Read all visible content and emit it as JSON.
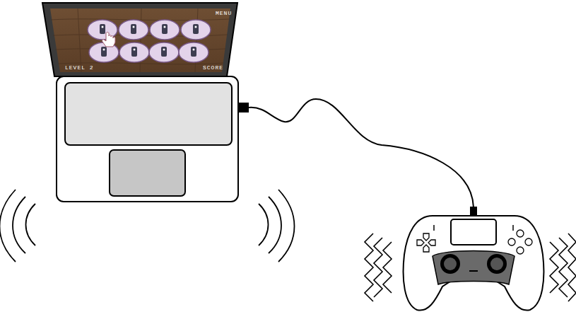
{
  "diagram": {
    "labels": [
      "MENU",
      "LEVEL 2",
      "SCORE"
    ]
  }
}
